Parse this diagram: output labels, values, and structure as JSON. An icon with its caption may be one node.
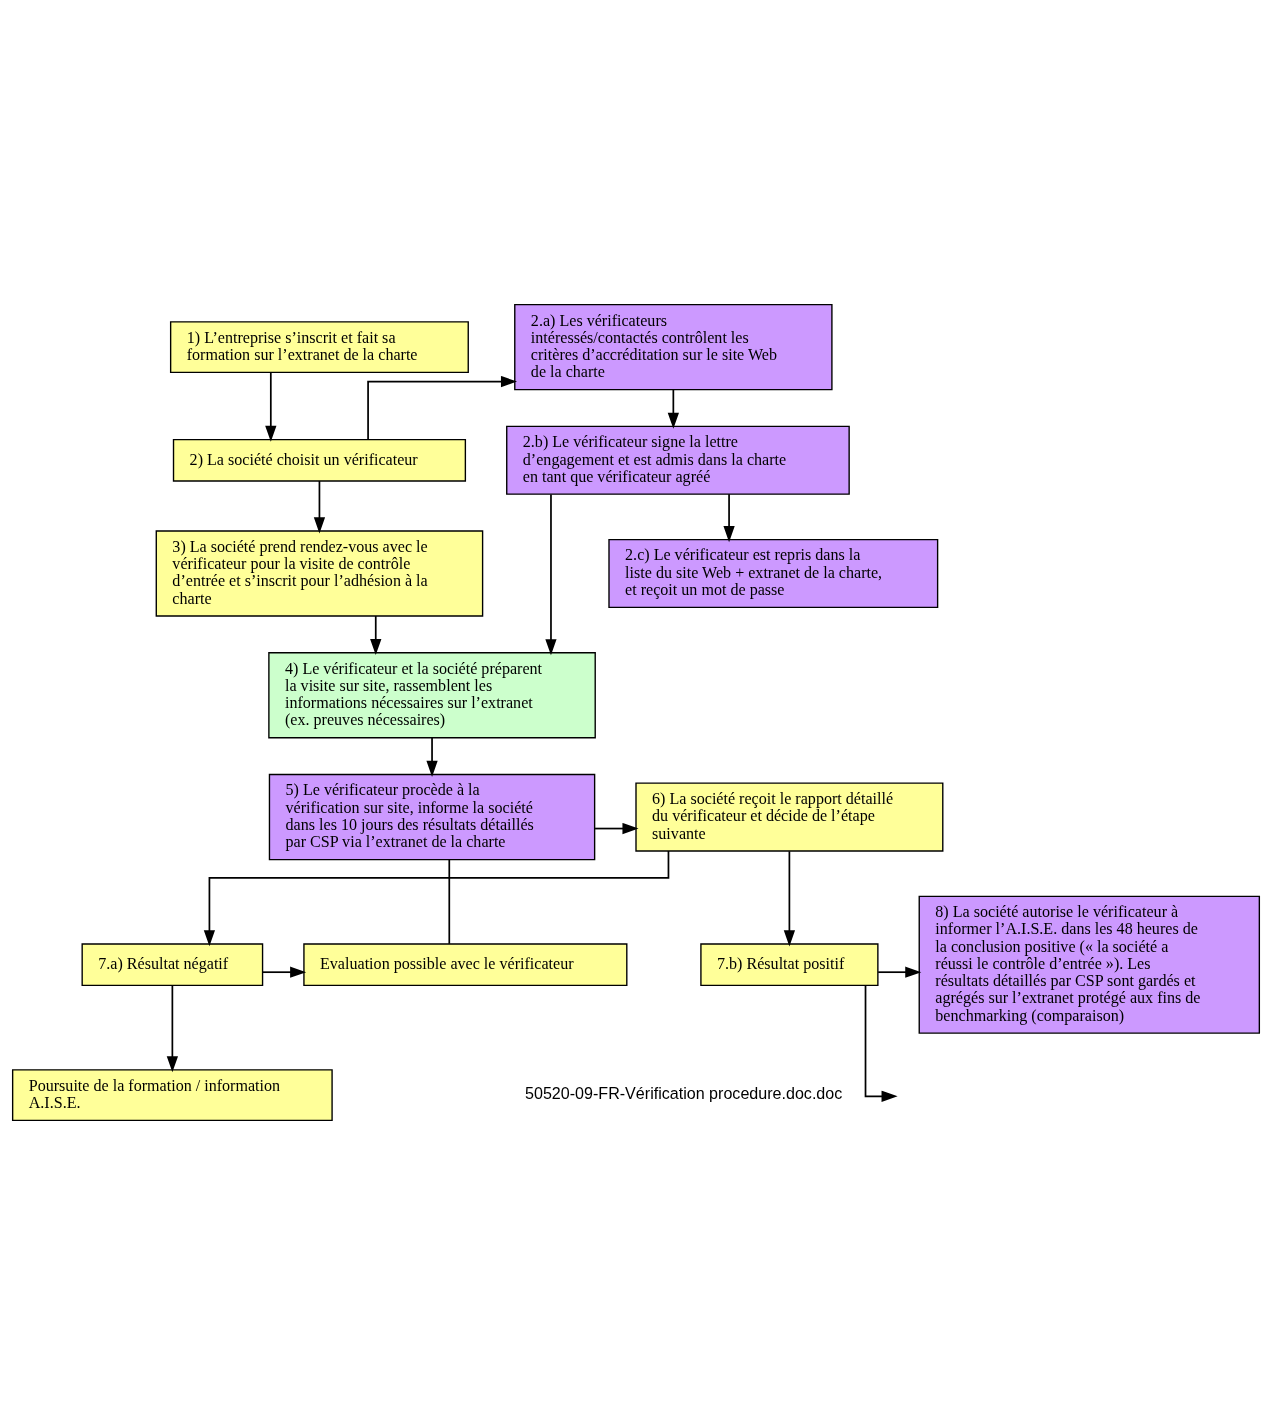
{
  "diagram": {
    "nodes": [
      {
        "text": [
          "1) L’entreprise s’inscrit et fait sa formation sur l’extranet de la charte"
        ]
      },
      {
        "text": [
          "2.a) Les vérificateurs intéressés/contactés contrôlent les critères d’accréditation sur le site Web de la charte"
        ]
      },
      {
        "text": [
          "2) La société choisit un vérificateur"
        ]
      },
      {
        "text": [
          "2.b) Le vérificateur signe la lettre d’engagement et est admis dans la charte en tant que vérificateur agréé"
        ]
      },
      {
        "text": [
          "3) La société prend rendez-vous avec le vérificateur pour la visite de contrôle d’entrée et s’inscrit pour l’adhésion à la charte"
        ]
      },
      {
        "text": [
          "2.c) Le vérificateur est repris dans la liste du site Web + extranet de la charte, et reçoit un mot de passe"
        ]
      },
      {
        "text": [
          "4) Le vérificateur et la société préparent la visite sur site, rassemblent les informations nécessaires sur l’extranet (ex. preuves nécessaires)"
        ]
      },
      {
        "text": [
          "6) La société reçoit le rapport détaillé du vérificateur et décide de l’étape suivante"
        ]
      },
      {
        "text": [
          "5) Le vérificateur procède à la vérification sur site, informe la société dans les 10 jours des résultats détaillés par CSP via l’extranet de la charte"
        ]
      },
      {
        "text": [
          "Evaluation possible avec le vérificateur"
        ]
      },
      {
        "text": [
          "7.a) Résultat négatif"
        ]
      },
      {
        "text": [
          "Poursuite de la formation / information A.I.S.E."
        ]
      },
      {
        "text": [
          "7.b) Résultat positif"
        ]
      },
      {
        "text": [
          "8) La société autorise le vérificateur à informer l’A.I.S.E. dans les 48 heures de la conclusion positive (« la société a réussi le contrôle d’entrée »). Les résultats détaillés par CSP sont gardés et agrégés sur l’extranet protégé aux fins de benchmarking (comparaison)"
        ]
      }
    ],
    "edges": [
      {
        "from": 0,
        "to": 2,
        "arrow": "to"
      },
      {
        "from": 2,
        "to": 1,
        "arrow": "to"
      },
      {
        "from": 1,
        "to": 3,
        "arrow": "to"
      },
      {
        "from": 2,
        "to": 4,
        "arrow": "to"
      },
      {
        "from": 3,
        "to": 5,
        "arrow": "to"
      },
      {
        "from": 3,
        "to": 6,
        "arrow": "to"
      },
      {
        "from": 4,
        "to": 6,
        "arrow": "to"
      },
      {
        "from": 6,
        "to": 8,
        "arrow": "to"
      },
      {
        "from": 8,
        "to": 7,
        "arrow": "to"
      },
      {
        "from": 8,
        "to": 9,
        "arrow": "none"
      },
      {
        "from": 7,
        "to": 10,
        "arrow": "to"
      },
      {
        "from": 10,
        "to": 9,
        "arrow": "to"
      },
      {
        "from": 10,
        "to": 11,
        "arrow": "to"
      },
      {
        "from": 7,
        "to": 12,
        "arrow": "to"
      },
      {
        "from": 12,
        "to": 13,
        "arrow": "to"
      },
      {
        "from": 12,
        "to": null,
        "arrow": "to"
      }
    ],
    "labels": [
      "50520-09-FR-Vérification procedure.doc.doc"
    ]
  }
}
